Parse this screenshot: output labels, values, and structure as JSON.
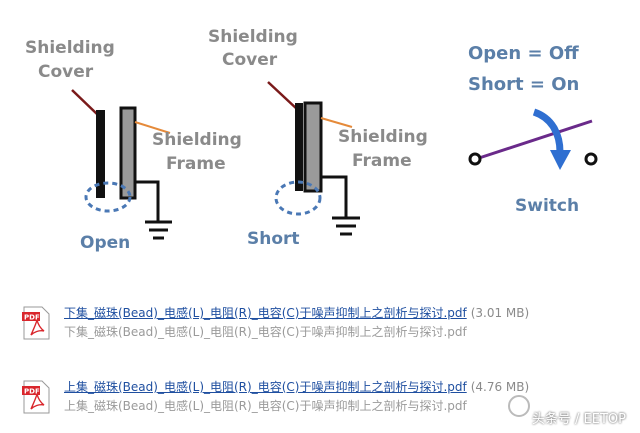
{
  "diagram": {
    "left": {
      "cover_label": [
        "Shielding",
        "Cover"
      ],
      "frame_label": [
        "Shielding",
        "Frame"
      ],
      "state": "Open"
    },
    "middle": {
      "cover_label": [
        "Shielding",
        "Cover"
      ],
      "frame_label": [
        "Shielding",
        "Frame"
      ],
      "state": "Short"
    },
    "right": {
      "line1": "Open = Off",
      "line2": "Short = On",
      "caption": "Switch"
    }
  },
  "files": [
    {
      "link": "下集_磁珠(Bead)_电感(L)_电阻(R)_电容(C)于噪声抑制上之剖析与探讨.pdf",
      "size": "(3.01 MB)",
      "subtitle": "下集_磁珠(Bead)_电感(L)_电阻(R)_电容(C)于噪声抑制上之剖析与探讨.pdf"
    },
    {
      "link": "上集_磁珠(Bead)_电感(L)_电阻(R)_电容(C)于噪声抑制上之剖析与探讨.pdf",
      "size": "(4.76 MB)",
      "subtitle": "上集_磁珠(Bead)_电感(L)_电阻(R)_电容(C)于噪声抑制上之剖析与探讨.pdf"
    }
  ],
  "pdf_icon_text": "PDF",
  "watermark": "头条号 / EETOP",
  "colors": {
    "gray_text": "#8a8a8a",
    "blue_text": "#5b7fa8",
    "purple_line": "#6a2a8a",
    "blue_arrow": "#2f6fd1",
    "orange_line": "#e58a3a",
    "red_line": "#7a1a1a",
    "dashed_blue": "#4a78b5"
  }
}
